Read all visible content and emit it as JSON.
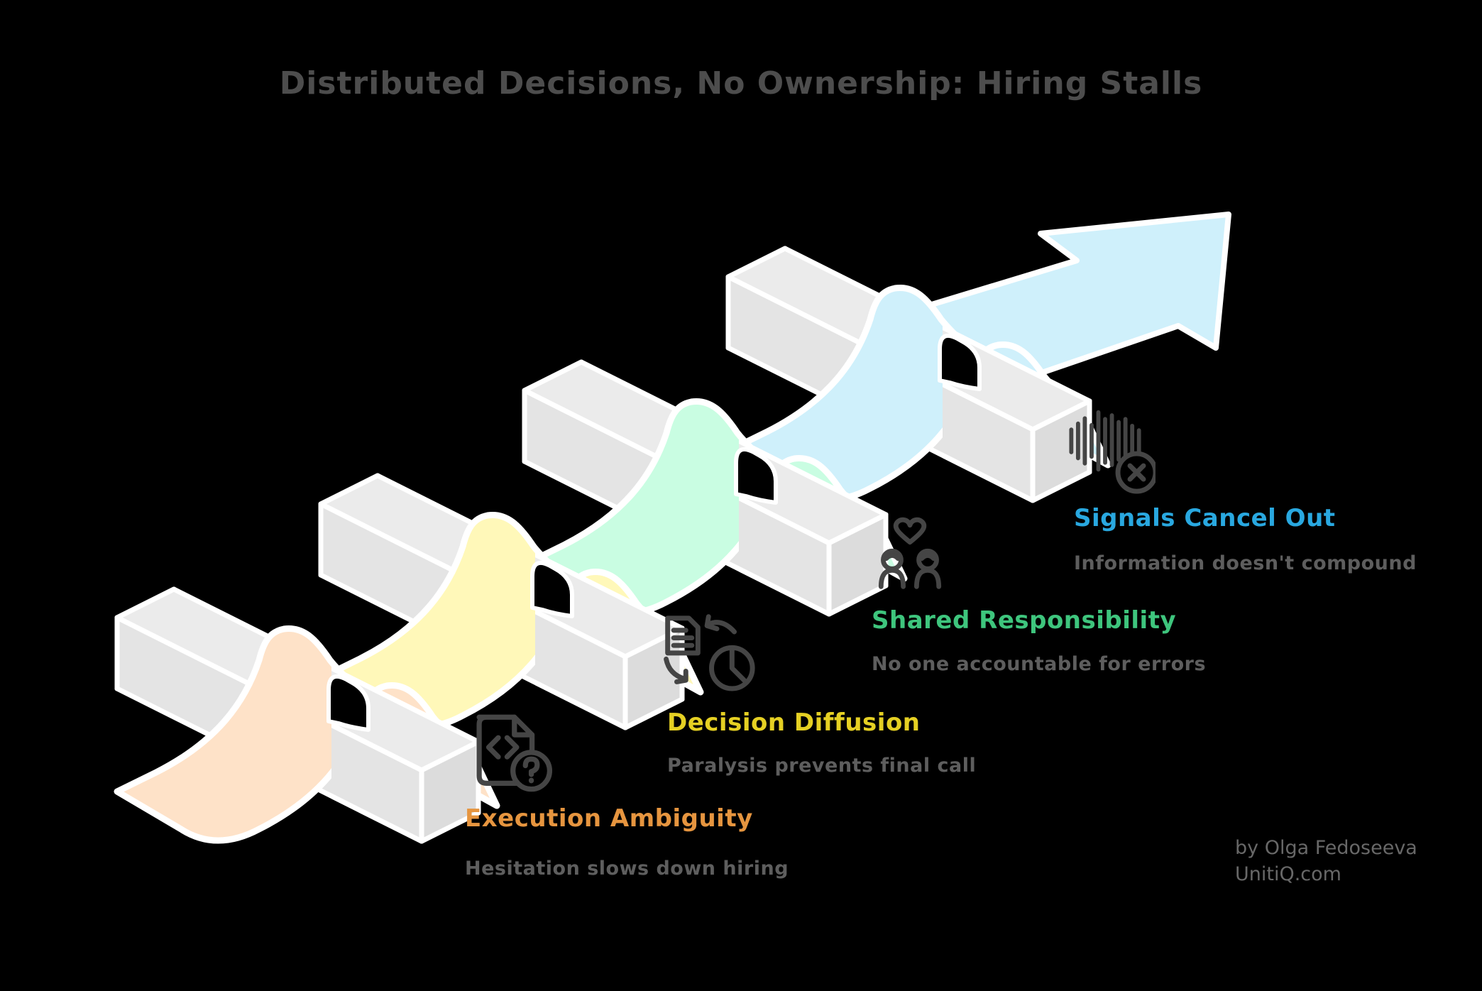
{
  "title": "Distributed Decisions, No Ownership: Hiring Stalls",
  "colors": {
    "background": "#000000",
    "outline": "#ffffff",
    "title": "#4d4d4d",
    "subtitle": "#5e5e5e",
    "attribution": "#686868",
    "icon": "#454545",
    "bar_top": "#ebebeb",
    "bar_front": "#e4e4e4",
    "bar_cap": "#dcdcdc",
    "arrow": "#cff0fb"
  },
  "stations": [
    {
      "id": "execution-ambiguity",
      "label": "Execution Ambiguity",
      "description": "Hesitation slows down hiring",
      "label_color": "#e6953f",
      "ribbon_color": "#fee2c8",
      "icon": "code-document-question"
    },
    {
      "id": "decision-diffusion",
      "label": "Decision Diffusion",
      "description": "Paralysis prevents final call",
      "label_color": "#e5d023",
      "ribbon_color": "#fff8b9",
      "icon": "document-sync-pie"
    },
    {
      "id": "shared-responsibility",
      "label": "Shared Responsibility",
      "description": "No one accountable for errors",
      "label_color": "#3ec57d",
      "ribbon_color": "#c9fde2",
      "icon": "people-heart"
    },
    {
      "id": "signals-cancel-out",
      "label": "Signals Cancel Out",
      "description": "Information doesn't compound",
      "label_color": "#29a8e0",
      "ribbon_color": "#cff0fb",
      "icon": "waveform-cancel"
    }
  ],
  "attribution": {
    "line1": "by Olga Fedoseeva",
    "line2": "UnitiQ.com"
  }
}
